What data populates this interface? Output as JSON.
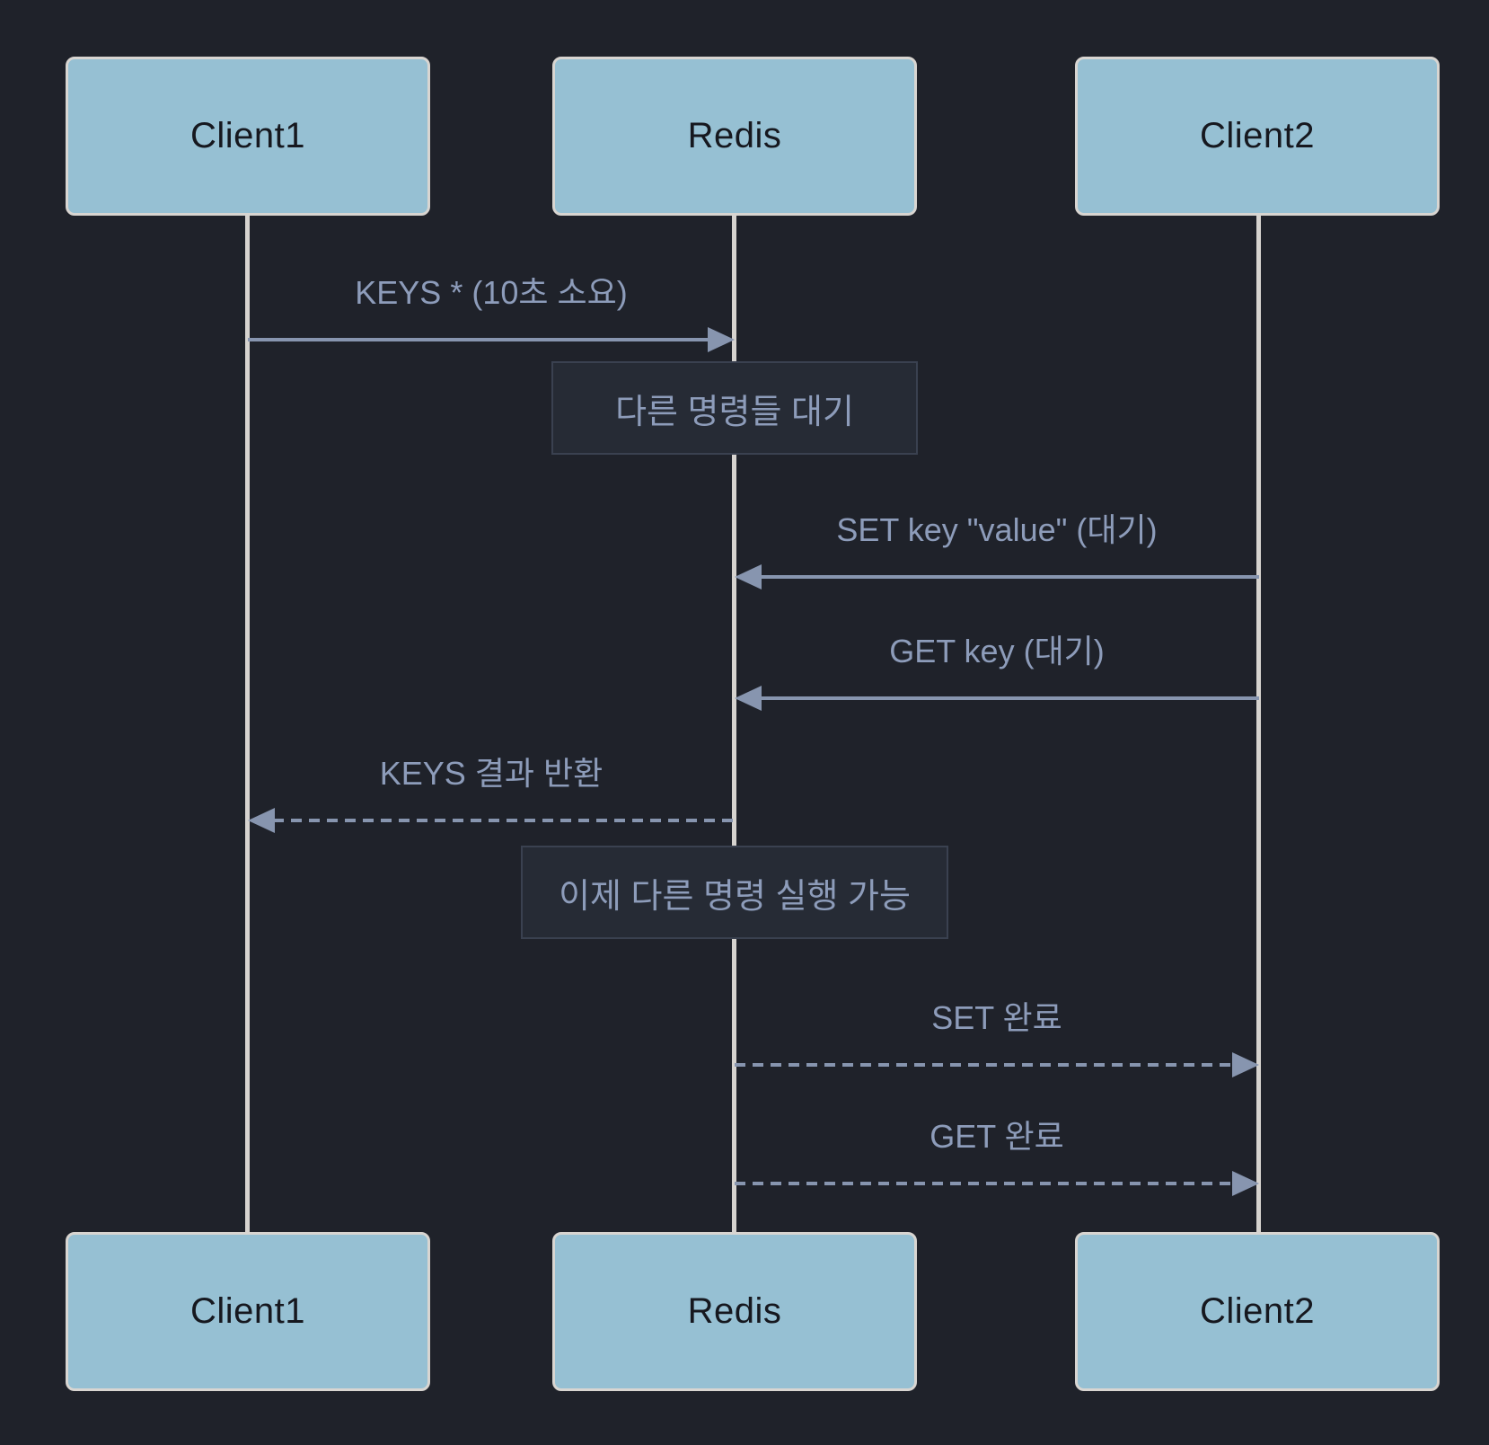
{
  "diagram": {
    "type": "sequence",
    "actors": {
      "client1": {
        "label": "Client1"
      },
      "redis": {
        "label": "Redis"
      },
      "client2": {
        "label": "Client2"
      }
    },
    "messages": {
      "keys_request": {
        "label": "KEYS * (10초 소요)",
        "from": "Client1",
        "to": "Redis",
        "line": "solid"
      },
      "set_request": {
        "label": "SET key \"value\" (대기)",
        "from": "Client2",
        "to": "Redis",
        "line": "solid"
      },
      "get_request": {
        "label": "GET key (대기)",
        "from": "Client2",
        "to": "Redis",
        "line": "solid"
      },
      "keys_response": {
        "label": "KEYS 결과 반환",
        "from": "Redis",
        "to": "Client1",
        "line": "dashed"
      },
      "set_done": {
        "label": "SET 완료",
        "from": "Redis",
        "to": "Client2",
        "line": "dashed"
      },
      "get_done": {
        "label": "GET 완료",
        "from": "Redis",
        "to": "Client2",
        "line": "dashed"
      }
    },
    "notes": {
      "waiting": {
        "label": "다른 명령들 대기",
        "over": "Redis"
      },
      "resumed": {
        "label": "이제 다른 명령 실행 가능",
        "over": "Redis"
      }
    },
    "colors": {
      "background": "#1f222a",
      "actor_fill": "#96c0d3",
      "actor_border": "#d8d5d1",
      "actor_text": "#16181f",
      "message_text": "#8d9cba",
      "arrow": "#8795af",
      "lifeline": "#d6d3cf",
      "note_fill": "#262b35",
      "note_border": "#3a4150",
      "note_text": "#8d9cba"
    }
  }
}
